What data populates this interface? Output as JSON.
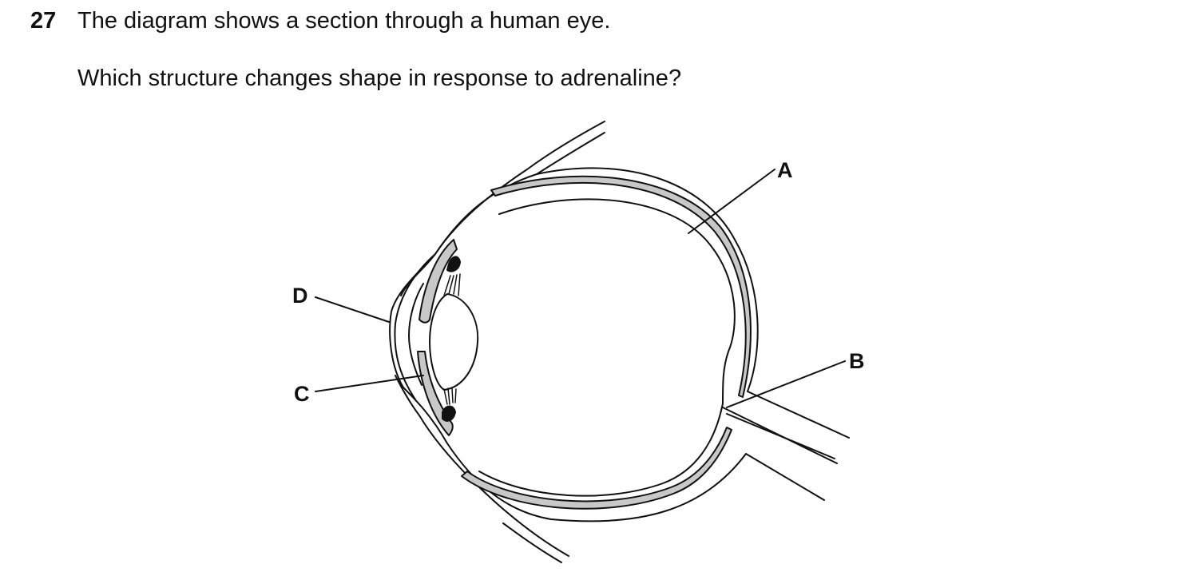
{
  "question": {
    "number": "27",
    "stem": "The diagram shows a section through a human eye.",
    "prompt": "Which structure changes shape in response to adrenaline?"
  },
  "diagram": {
    "labels": {
      "a": "A",
      "b": "B",
      "c": "C",
      "d": "D"
    },
    "colors": {
      "outline": "#111111",
      "choroid_fill": "#c8c8c8",
      "background": "#ffffff"
    }
  }
}
